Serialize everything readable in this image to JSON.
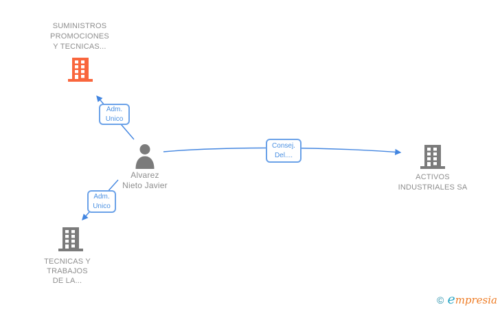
{
  "colors": {
    "edge_blue": "#4285e0",
    "edge_box_border": "#6aa1e8",
    "edge_text_blue": "#4a90e2",
    "node_text_gray": "#8d8d8d",
    "icon_gray": "#7b7b7b",
    "icon_highlight_orange": "#f9663d",
    "logo_teal": "#29a5c4",
    "logo_orange": "#ee7c25"
  },
  "diagram": {
    "company_top": {
      "line1": "SUMINISTROS",
      "line2": "PROMOCIONES",
      "line3": "Y TECNICAS..."
    },
    "edge_top": {
      "line1": "Adm.",
      "line2": "Unico"
    },
    "person": {
      "line1": "Alvarez",
      "line2": "Nieto Javier"
    },
    "edge_right": {
      "line1": "Consej.",
      "line2": "Del...."
    },
    "company_right": {
      "line1": "ACTIVOS",
      "line2": "INDUSTRIALES SA"
    },
    "edge_bottom": {
      "line1": "Adm.",
      "line2": "Unico"
    },
    "company_bottom": {
      "line1": "TECNICAS Y",
      "line2": "TRABAJOS",
      "line3": "DE LA..."
    }
  },
  "watermark": {
    "symbol": "©",
    "brand_e": "e",
    "brand_rest": "mpresia"
  }
}
